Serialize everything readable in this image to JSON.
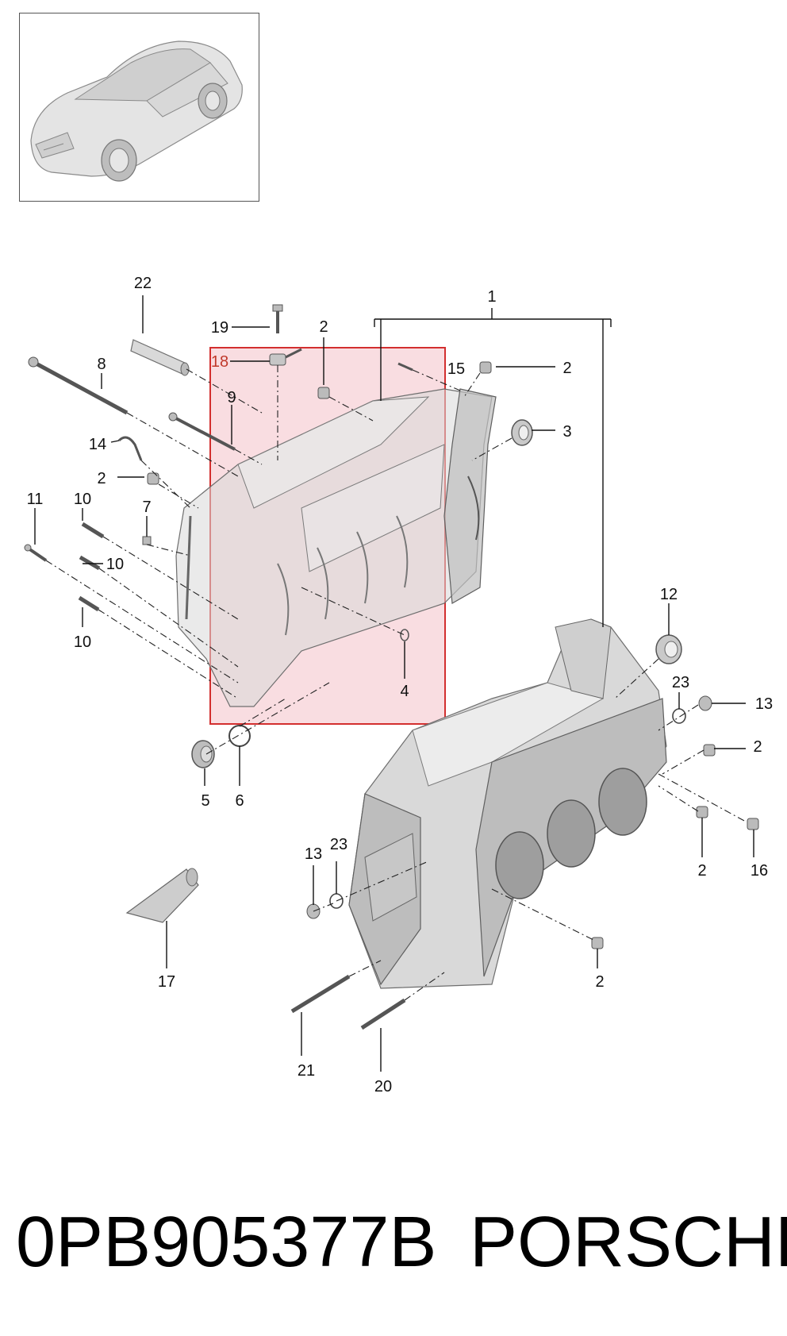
{
  "diagram": {
    "callouts": [
      {
        "id": "c1",
        "text": "1"
      },
      {
        "id": "c2a",
        "text": "2"
      },
      {
        "id": "c2b",
        "text": "2"
      },
      {
        "id": "c2c",
        "text": "2"
      },
      {
        "id": "c2d",
        "text": "2"
      },
      {
        "id": "c2e",
        "text": "2"
      },
      {
        "id": "c2f",
        "text": "2"
      },
      {
        "id": "c3",
        "text": "3"
      },
      {
        "id": "c4",
        "text": "4"
      },
      {
        "id": "c5",
        "text": "5"
      },
      {
        "id": "c6",
        "text": "6"
      },
      {
        "id": "c7",
        "text": "7"
      },
      {
        "id": "c8",
        "text": "8"
      },
      {
        "id": "c9",
        "text": "9"
      },
      {
        "id": "c10a",
        "text": "10"
      },
      {
        "id": "c10b",
        "text": "10"
      },
      {
        "id": "c10c",
        "text": "10"
      },
      {
        "id": "c11",
        "text": "11"
      },
      {
        "id": "c12",
        "text": "12"
      },
      {
        "id": "c13a",
        "text": "13"
      },
      {
        "id": "c13b",
        "text": "13"
      },
      {
        "id": "c14",
        "text": "14"
      },
      {
        "id": "c15",
        "text": "15"
      },
      {
        "id": "c16",
        "text": "16"
      },
      {
        "id": "c17",
        "text": "17"
      },
      {
        "id": "c18",
        "text": "18"
      },
      {
        "id": "c19",
        "text": "19"
      },
      {
        "id": "c20",
        "text": "20"
      },
      {
        "id": "c21",
        "text": "21"
      },
      {
        "id": "c22",
        "text": "22"
      },
      {
        "id": "c23a",
        "text": "23"
      },
      {
        "id": "c23b",
        "text": "23"
      }
    ],
    "highlight_color": "#d32f2f",
    "highlight_fill": "#f8d7dc"
  },
  "caption": {
    "part_number": "0PB905377B",
    "brand": "PORSCHE"
  }
}
